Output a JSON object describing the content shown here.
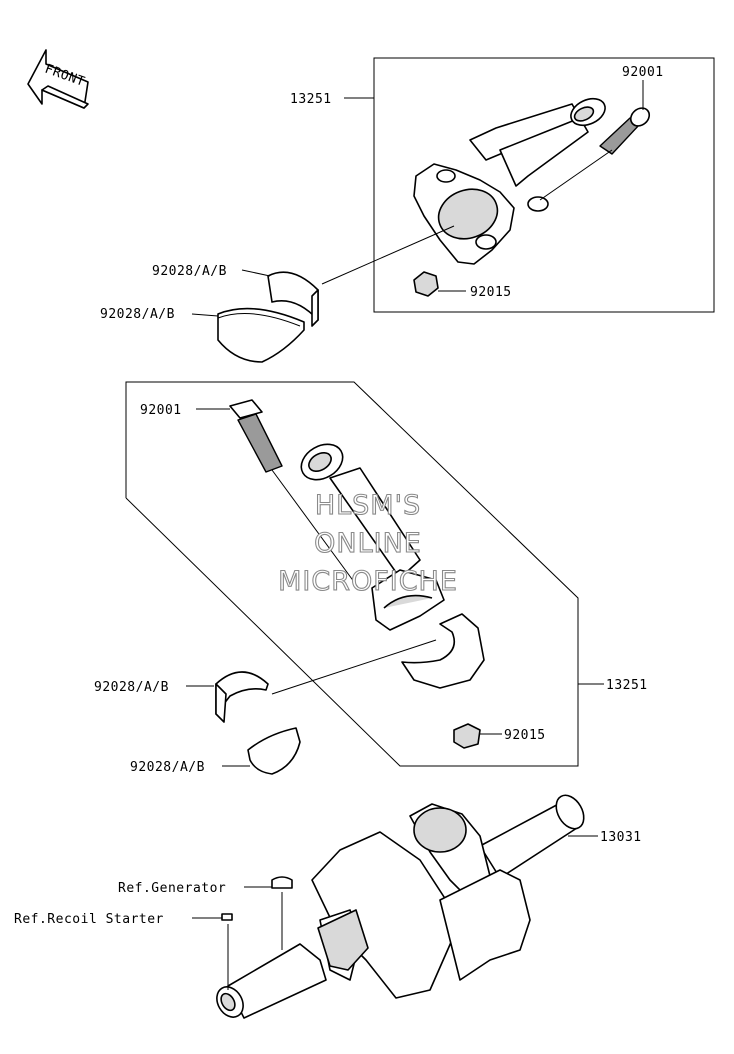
{
  "front_label": "FRONT",
  "labels": {
    "rod_assembly_top": "13251",
    "bolt_top": "92001",
    "nut_top": "92015",
    "bearing_1": "92028/A/B",
    "bearing_2": "92028/A/B",
    "bolt_bottom": "92001",
    "bearing_3": "92028/A/B",
    "rod_assembly_bottom": "13251",
    "nut_bottom": "92015",
    "bearing_4": "92028/A/B",
    "crankshaft": "13031",
    "ref_generator": "Ref.Generator",
    "ref_recoil": "Ref.Recoil Starter"
  },
  "watermark": [
    "HLSM'S",
    "ONLINE",
    "MICROFICHE"
  ]
}
